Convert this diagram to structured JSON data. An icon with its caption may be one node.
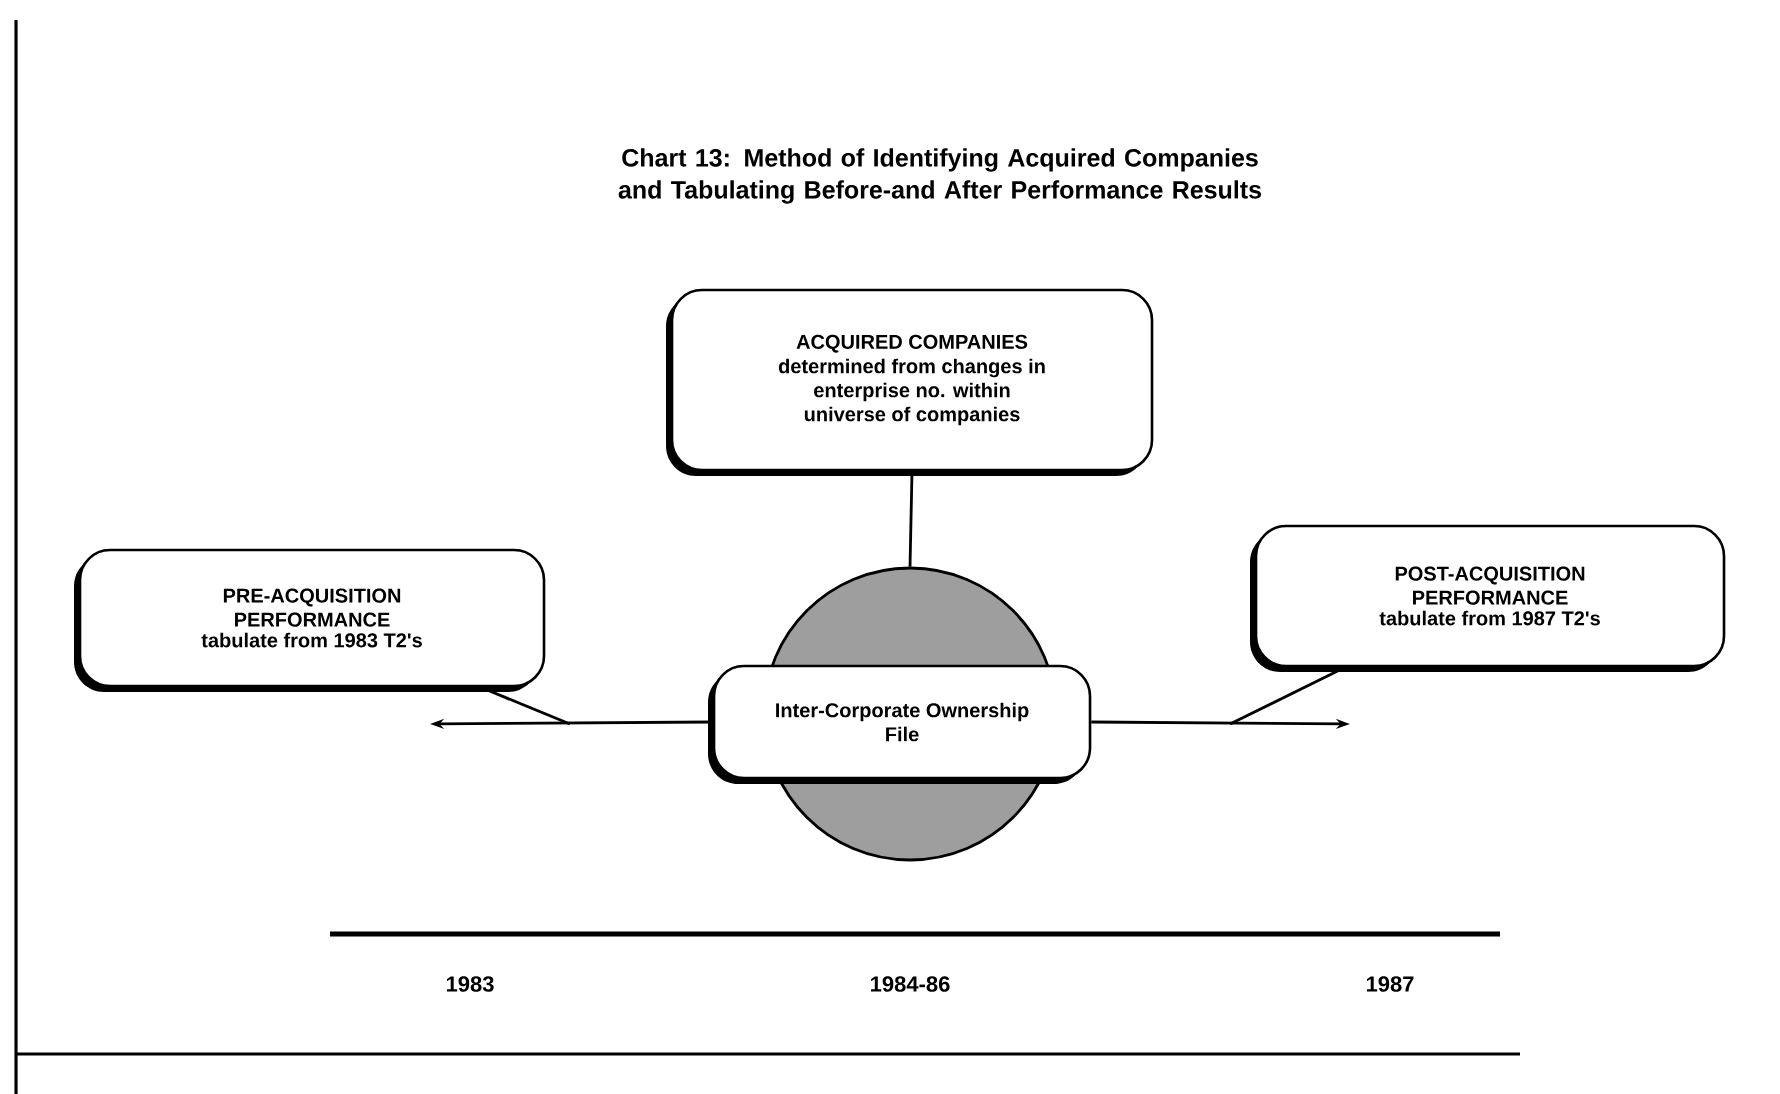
{
  "diagram": {
    "title": "Chart 13: Method of Identifying Acquired Companies and Tabulating Before-and After Performance Results",
    "nodes": [
      {
        "text": [
          "ACQUIRED COMPANIES",
          "determined from changes in enterprise no. within universe of companies"
        ]
      },
      {
        "text": [
          "PRE-ACQUISITION PERFORMANCE",
          "tabulate from 1983 T2's"
        ]
      },
      {
        "text": [
          "Inter-Corporate Ownership File"
        ]
      },
      {
        "text": [
          "POST-ACQUISITION PERFORMANCE",
          "tabulate from 1987 T2's"
        ]
      }
    ],
    "edges": [
      {
        "from": 0,
        "to": 2,
        "arrow": "none"
      },
      {
        "from": 2,
        "to": null,
        "arrow": "to"
      },
      {
        "from": 2,
        "to": null,
        "arrow": "to"
      },
      {
        "from": 1,
        "to": null,
        "arrow": "none"
      },
      {
        "from": 3,
        "to": null,
        "arrow": "none"
      }
    ],
    "labels": [
      "1983",
      "1984-86",
      "1987"
    ]
  }
}
